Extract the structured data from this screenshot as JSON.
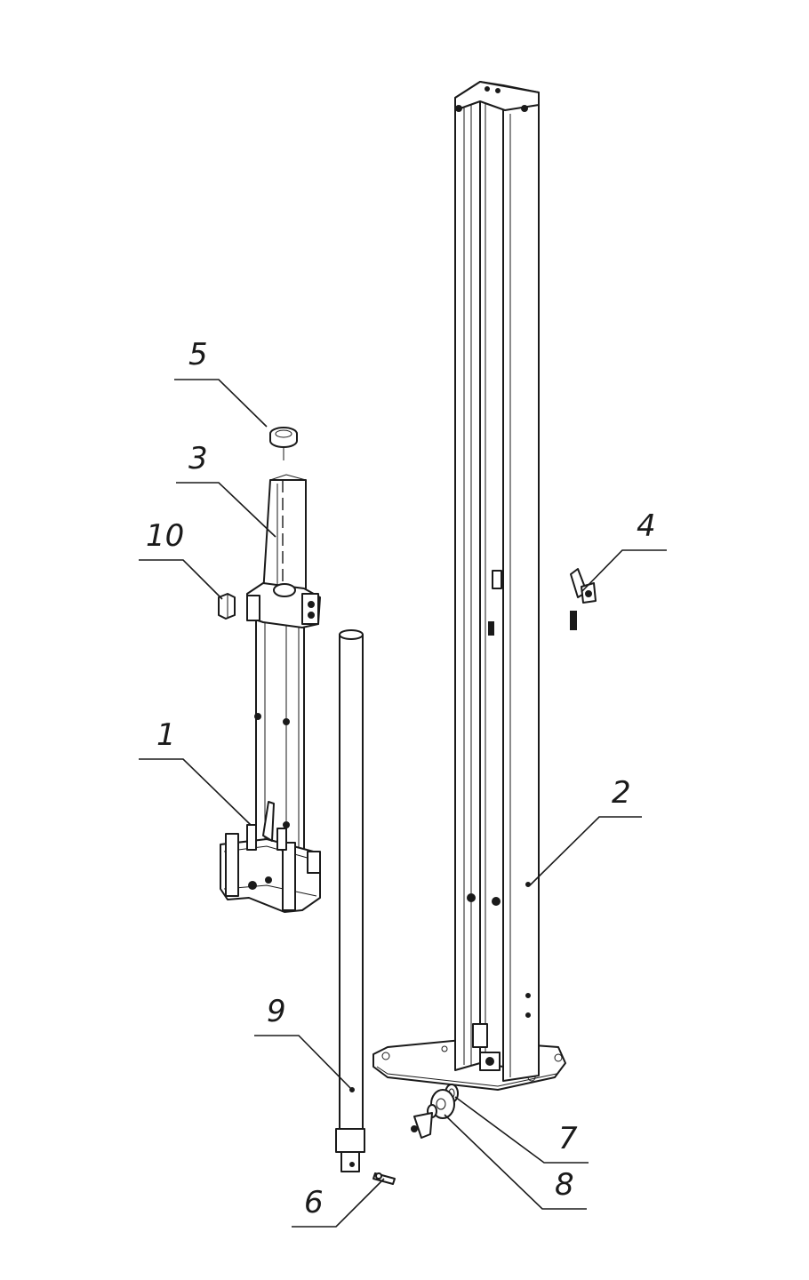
{
  "diagram": {
    "colors": {
      "line": "#1a1a1a",
      "background": "#ffffff"
    },
    "callouts": [
      {
        "id": "c1",
        "label": "1"
      },
      {
        "id": "c2",
        "label": "2"
      },
      {
        "id": "c3",
        "label": "3"
      },
      {
        "id": "c4",
        "label": "4"
      },
      {
        "id": "c5",
        "label": "5"
      },
      {
        "id": "c6",
        "label": "6"
      },
      {
        "id": "c7",
        "label": "7"
      },
      {
        "id": "c8",
        "label": "8"
      },
      {
        "id": "c9",
        "label": "9"
      },
      {
        "id": "c10",
        "label": "10"
      }
    ]
  }
}
